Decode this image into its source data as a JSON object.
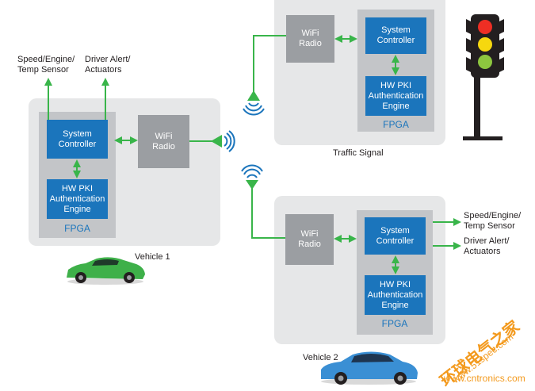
{
  "vehicle1": {
    "caption": "Vehicle 1",
    "system_controller": "System\nController",
    "pki_engine": "HW PKI\nAuthentication\nEngine",
    "fpga": "FPGA",
    "wifi_radio": "WiFi\nRadio",
    "sensor_label": "Speed/Engine/\nTemp Sensor",
    "actuator_label": "Driver Alert/\nActuators"
  },
  "traffic_signal": {
    "caption": "Traffic Signal",
    "system_controller": "System\nController",
    "pki_engine": "HW PKI\nAuthentication\nEngine",
    "fpga": "FPGA",
    "wifi_radio": "WiFi\nRadio"
  },
  "vehicle2": {
    "caption": "Vehicle 2",
    "system_controller": "System\nController",
    "pki_engine": "HW PKI\nAuthentication\nEngine",
    "fpga": "FPGA",
    "wifi_radio": "WiFi\nRadio",
    "sensor_label": "Speed/Engine/\nTemp Sensor",
    "actuator_label": "Driver Alert/\nActuators"
  },
  "watermark": {
    "chinese": "环球电气之家",
    "url1": "www.51spec.com",
    "url2": "www.cntronics.com"
  },
  "colors": {
    "connector_green": "#39b54a",
    "block_blue": "#1b75bc",
    "panel_gray": "#e6e7e8",
    "fpga_gray": "#c3c5c8",
    "radio_gray": "#9b9ea2",
    "watermark_orange": "#f39a1e"
  },
  "icons": [
    "wifi-signal-icon",
    "traffic-light-icon",
    "green-car-icon",
    "blue-car-icon"
  ]
}
